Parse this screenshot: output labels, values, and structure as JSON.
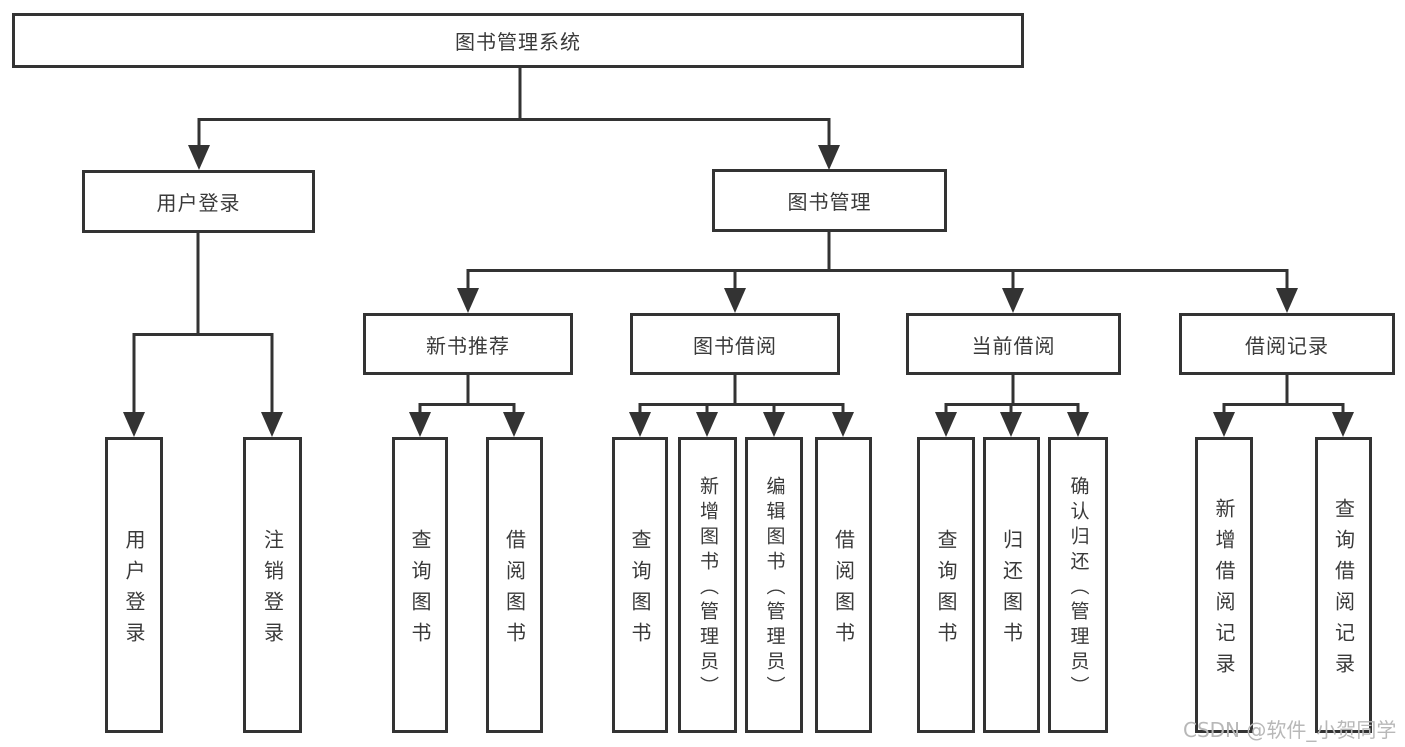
{
  "diagram": {
    "type": "hierarchy-tree",
    "root": {
      "label": "图书管理系统"
    },
    "level2": [
      {
        "label": "用户登录",
        "parent": "图书管理系统"
      },
      {
        "label": "图书管理",
        "parent": "图书管理系统"
      }
    ],
    "level3": [
      {
        "label": "新书推荐",
        "parent": "图书管理"
      },
      {
        "label": "图书借阅",
        "parent": "图书管理"
      },
      {
        "label": "当前借阅",
        "parent": "图书管理"
      },
      {
        "label": "借阅记录",
        "parent": "图书管理"
      }
    ],
    "leaves": [
      {
        "label": "用户登录",
        "parent": "用户登录"
      },
      {
        "label": "注销登录",
        "parent": "用户登录"
      },
      {
        "label": "查询图书",
        "parent": "新书推荐"
      },
      {
        "label": "借阅图书",
        "parent": "新书推荐"
      },
      {
        "label": "查询图书",
        "parent": "图书借阅"
      },
      {
        "label": "新增图书（管理员）",
        "parent": "图书借阅"
      },
      {
        "label": "编辑图书（管理员）",
        "parent": "图书借阅"
      },
      {
        "label": "借阅图书",
        "parent": "图书借阅"
      },
      {
        "label": "查询图书",
        "parent": "当前借阅"
      },
      {
        "label": "归还图书",
        "parent": "当前借阅"
      },
      {
        "label": "确认归还（管理员）",
        "parent": "当前借阅"
      },
      {
        "label": "新增借阅记录",
        "parent": "借阅记录"
      },
      {
        "label": "查询借阅记录",
        "parent": "借阅记录"
      }
    ]
  },
  "colors": {
    "line": "#333333",
    "text": "#3a3a3a",
    "background": "#ffffff",
    "watermark": "#b8b8b8"
  },
  "watermark": {
    "text": "CSDN @软件_小贺同学"
  }
}
